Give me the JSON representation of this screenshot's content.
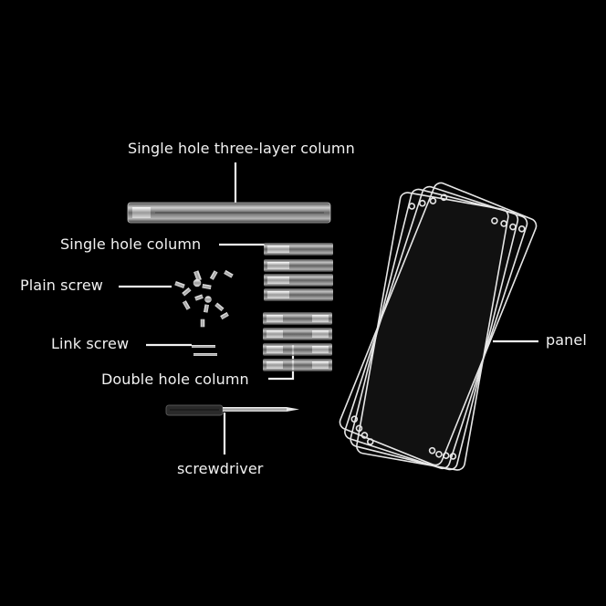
{
  "labels": {
    "three_layer_column": "Single hole three-layer column",
    "single_hole_column": "Single hole column",
    "plain_screw": "Plain screw",
    "link_screw": "Link screw",
    "double_hole_column": "Double hole column",
    "screwdriver": "screwdriver",
    "panel": "panel"
  },
  "colors": {
    "background": "#000000",
    "text": "#f2f2f2",
    "acrylic_edge": "#e6e6e6"
  }
}
